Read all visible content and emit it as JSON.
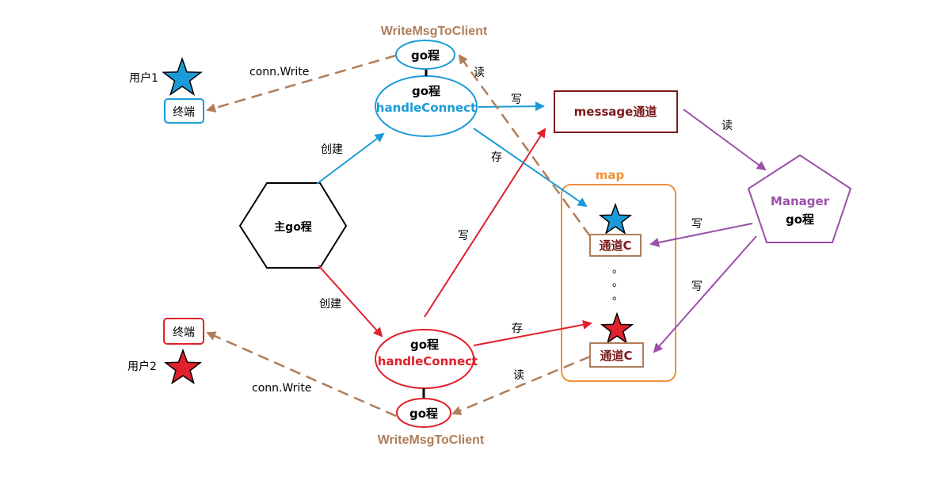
{
  "colors": {
    "blue": "#1a9bd7",
    "red": "#e0202a",
    "brown": "#b07d5a",
    "dark_red": "#7b1a1a",
    "purple": "#9b4fa8",
    "orange": "#f0913a",
    "black": "#000000"
  },
  "main": {
    "label": "主go程"
  },
  "user1": {
    "label": "用户1",
    "terminal": "终端",
    "conn_write": "conn.Write"
  },
  "user2": {
    "label": "用户2",
    "terminal": "终端",
    "conn_write": "conn.Write"
  },
  "handler_top": {
    "go_label": "go程",
    "name": "handleConnect",
    "writer_go": "go程",
    "writer_title": "WriteMsgToClient"
  },
  "handler_bottom": {
    "go_label": "go程",
    "name": "handleConnect",
    "writer_go": "go程",
    "writer_title": "WriteMsgToClient"
  },
  "message_channel": {
    "label": "message通道"
  },
  "map_box": {
    "title": "map",
    "channel_top": "通道C",
    "channel_bottom": "通道C",
    "ellipsis": [
      "。",
      "。",
      "。"
    ]
  },
  "manager": {
    "name": "Manager",
    "go_label": "go程"
  },
  "edge_labels": {
    "create_top": "创建",
    "create_bottom": "创建",
    "write_top": "写",
    "store_top": "存",
    "read_top": "读",
    "write_bottom": "写",
    "store_bottom": "存",
    "read_bottom": "读",
    "manager_read": "读",
    "manager_write_top": "写",
    "manager_write_bottom": "写"
  }
}
